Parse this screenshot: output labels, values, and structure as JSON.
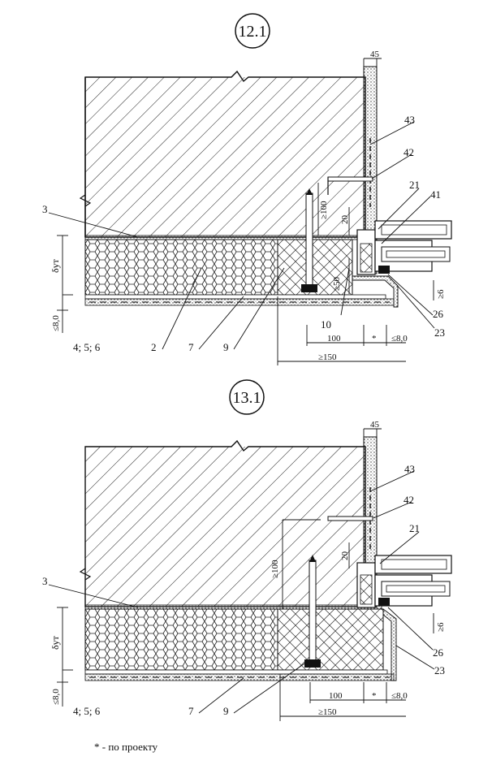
{
  "sections": [
    {
      "id": "12.1",
      "callouts": {
        "c3": "3",
        "c2": "2",
        "c7": "7",
        "c9": "9",
        "c456": "4; 5; 6",
        "c10": "10",
        "c43": "43",
        "c42": "42",
        "c21": "21",
        "c41": "41",
        "c26": "26",
        "c23": "23"
      },
      "dims": {
        "w45": "45",
        "d100v": "≥100",
        "d20": "20",
        "d50": "≥50",
        "d6": "≥6",
        "d80l": "≤8,0",
        "d100": "100",
        "star": "*",
        "d80r": "≤8,0",
        "d150": "≥150",
        "dut": "δут"
      }
    },
    {
      "id": "13.1",
      "callouts": {
        "c3": "3",
        "c7": "7",
        "c9": "9",
        "c456": "4; 5; 6",
        "c43": "43",
        "c42": "42",
        "c21": "21",
        "c26": "26",
        "c23": "23"
      },
      "dims": {
        "w45": "45",
        "d100v": "≥100",
        "d20": "20",
        "d6": "≥6",
        "d80l": "≤8,0",
        "d100": "100",
        "star": "*",
        "d80r": "≤8,0",
        "d150": "≥150",
        "dut": "δут"
      }
    }
  ],
  "footnote": "* - по проекту"
}
